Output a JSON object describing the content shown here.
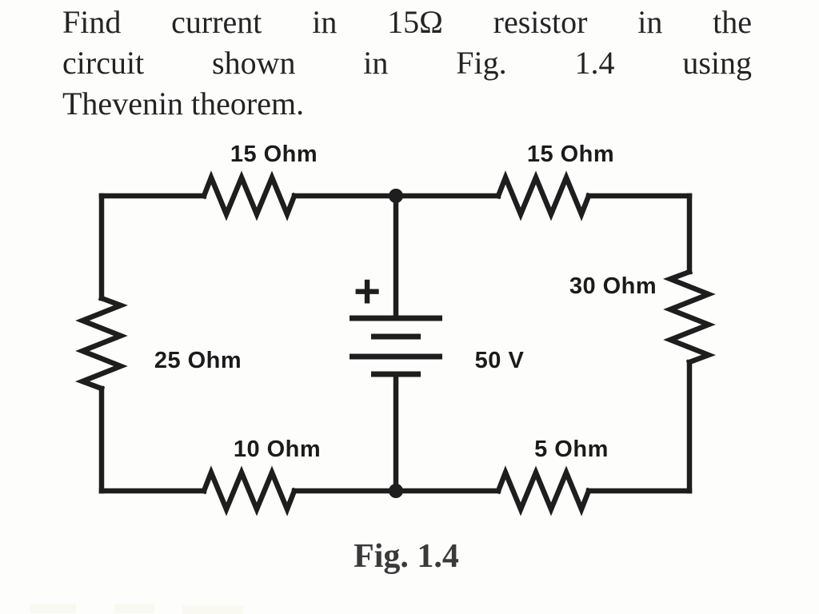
{
  "problem": {
    "statement": "Find current in 15Ω resistor in the circuit shown in Fig. 1.4 using Thevenin theorem.",
    "lines": [
      "Find current in 15Ω resistor in the",
      "circuit shown in Fig. 1.4 using",
      "Thevenin theorem."
    ]
  },
  "figure": {
    "caption": "Fig. 1.4",
    "voltage_source": {
      "label": "50 V",
      "polarity": "+"
    },
    "resistor_labels": {
      "top_left": "15 Ohm",
      "top_right": "15 Ohm",
      "left": "25 Ohm",
      "right": "30 Ohm",
      "bottom_left": "10 Ohm",
      "bottom_right": "5 Ohm"
    },
    "colors": {
      "wire": "#1e1e1e",
      "label_text": "#1b1b1b"
    }
  }
}
